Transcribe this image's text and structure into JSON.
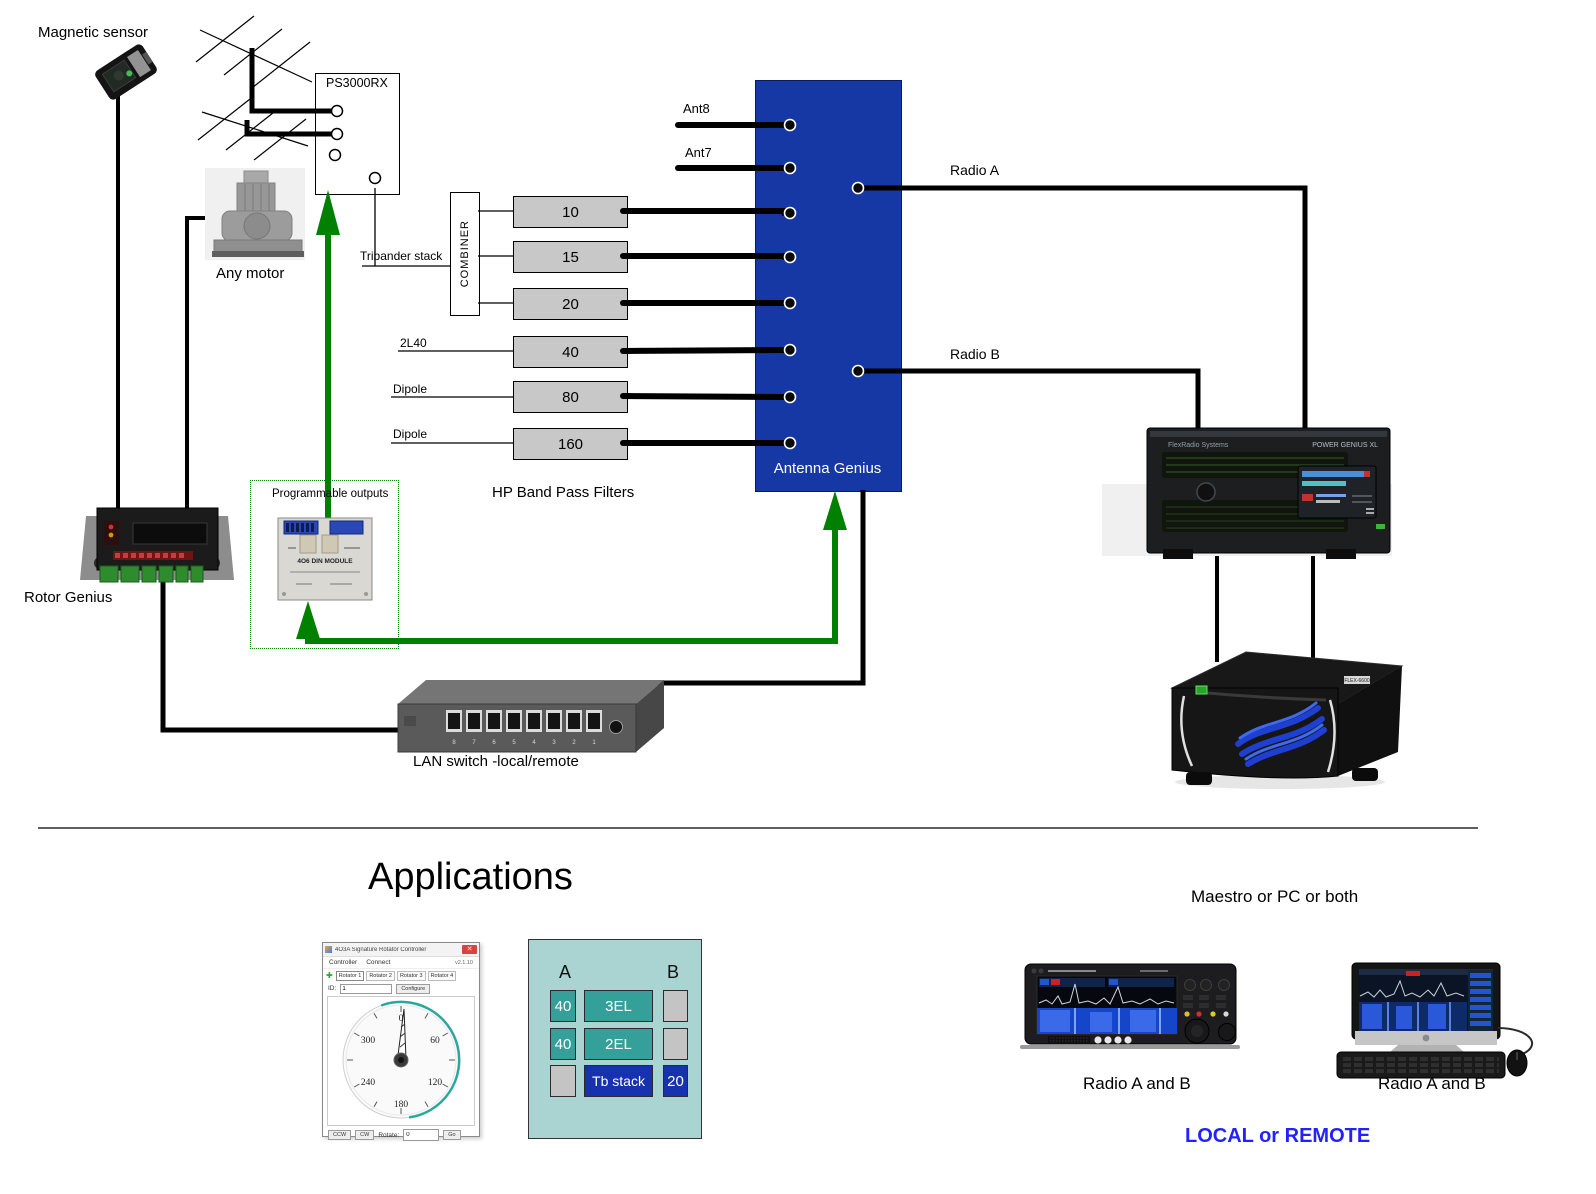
{
  "top": {
    "magnetic_sensor": "Magnetic sensor",
    "any_motor": "Any motor",
    "ps3000rx": "PS3000RX",
    "tribander_stack": "Tribander stack",
    "combiner": "COMBINER",
    "filters": [
      "10",
      "15",
      "20",
      "40",
      "80",
      "160"
    ],
    "filter_inputs": [
      "2L40",
      "Dipole",
      "Dipole"
    ],
    "hp_bpf": "HP Band Pass Filters",
    "ant8": "Ant8",
    "ant7": "Ant7",
    "antenna_genius": "Antenna Genius",
    "radio_a": "Radio A",
    "radio_b": "Radio B",
    "rotor_genius": "Rotor Genius",
    "programmable_outputs": "Programmable outputs",
    "module_text": "4O6 DIN MODULE",
    "lan_switch": "LAN switch -local/remote",
    "lan_ports": [
      "8",
      "7",
      "6",
      "5",
      "4",
      "3",
      "2",
      "1"
    ],
    "amp_brand": "FlexRadio Systems",
    "amp_model": "POWER GENIUS XL",
    "flex_badge": "FLEX-6600"
  },
  "apps": {
    "heading": "Applications",
    "rotator_app": {
      "title": "4O3A Signature Rotator Controller",
      "menus": [
        "Controller",
        "Connect"
      ],
      "version": "v2.1.10",
      "tabs": [
        "Rotator 1",
        "Rotator 2",
        "Rotator 3",
        "Rotator 4"
      ],
      "id_label": "ID:",
      "id_value": "1",
      "configure": "Configure",
      "dial": [
        "0",
        "60",
        "120",
        "180",
        "240",
        "300"
      ],
      "ccw": "CCW",
      "cw": "CW",
      "rotate_label": "Rotate:",
      "rotate_value": "0",
      "go": "Go"
    },
    "ab_panel": {
      "col_a": "A",
      "col_b": "B",
      "rows": [
        {
          "a": "40",
          "mid": "3EL",
          "b": ""
        },
        {
          "a": "40",
          "mid": "2EL",
          "b": ""
        },
        {
          "a": "",
          "mid": "Tb stack",
          "b": "20"
        }
      ]
    },
    "maestro_pc": "Maestro or PC or both",
    "radio_ab_left": "Radio A and B",
    "radio_ab_right": "Radio A and B",
    "local_remote": "LOCAL or REMOTE"
  },
  "colors": {
    "antenna_genius_blue": "#1638A5",
    "arrow_green": "#008000",
    "filter_gray": "#C8C8C8",
    "panel_teal_bg": "#A9D4D2",
    "button_teal": "#35A099",
    "button_blue": "#1632AE",
    "button_gray": "#C4C4C4",
    "local_remote_blue": "#2222FF"
  }
}
